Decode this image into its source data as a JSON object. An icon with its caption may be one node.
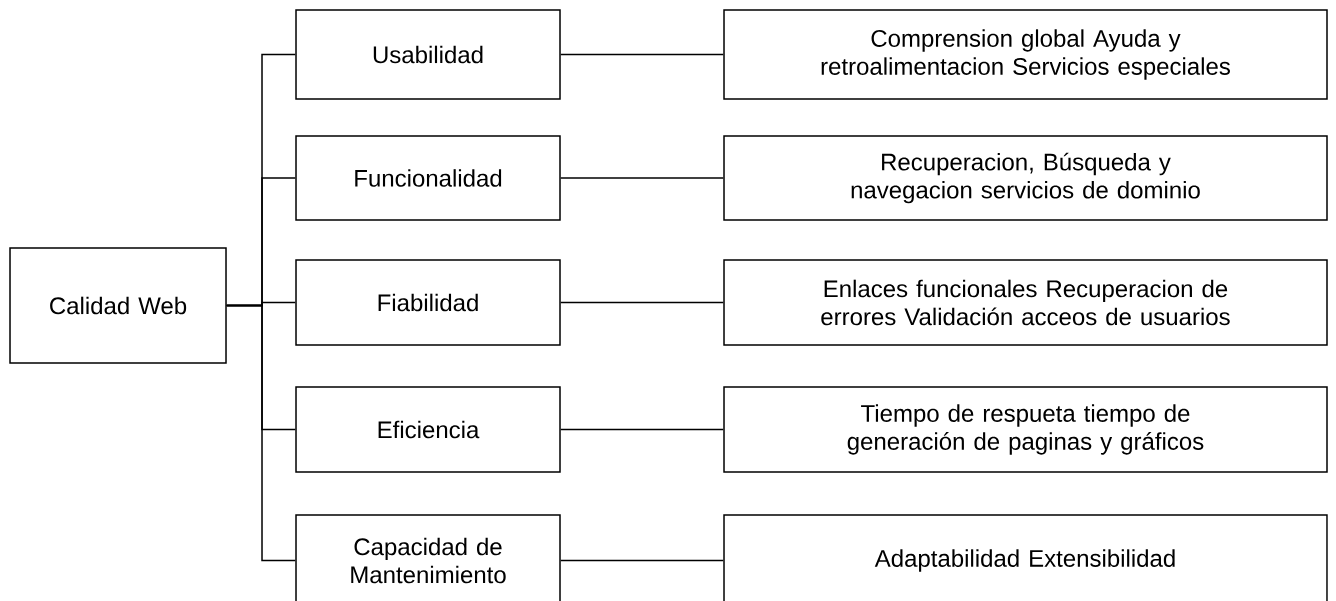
{
  "diagram": {
    "nodes": [
      {
        "text": [
          "Calidad Web"
        ]
      },
      {
        "text": [
          "Usabilidad"
        ]
      },
      {
        "text": [
          "Funcionalidad"
        ]
      },
      {
        "text": [
          "Fiabilidad"
        ]
      },
      {
        "text": [
          "Eficiencia"
        ]
      },
      {
        "text": [
          "Capacidad de Mantenimiento"
        ]
      },
      {
        "text": [
          "Comprension global Ayuda y retroalimentacion Servicios especiales"
        ]
      },
      {
        "text": [
          "Recuperacion, Búsqueda y navegacion servicios de dominio"
        ]
      },
      {
        "text": [
          "Enlaces funcionales Recuperacion de errores Validación acceos de usuarios"
        ]
      },
      {
        "text": [
          "Tiempo de respueta tiempo de generación de paginas y gráficos"
        ]
      },
      {
        "text": [
          "Adaptabilidad Extensibilidad"
        ]
      }
    ],
    "edges": [
      {
        "from": 0,
        "to": 1,
        "arrow": "none"
      },
      {
        "from": 0,
        "to": 2,
        "arrow": "none"
      },
      {
        "from": 0,
        "to": 3,
        "arrow": "none"
      },
      {
        "from": 0,
        "to": 4,
        "arrow": "none"
      },
      {
        "from": 0,
        "to": 5,
        "arrow": "none"
      },
      {
        "from": 1,
        "to": 6,
        "arrow": "none"
      },
      {
        "from": 2,
        "to": 7,
        "arrow": "none"
      },
      {
        "from": 3,
        "to": 8,
        "arrow": "none"
      },
      {
        "from": 4,
        "to": 9,
        "arrow": "none"
      },
      {
        "from": 5,
        "to": 10,
        "arrow": "none"
      }
    ]
  }
}
